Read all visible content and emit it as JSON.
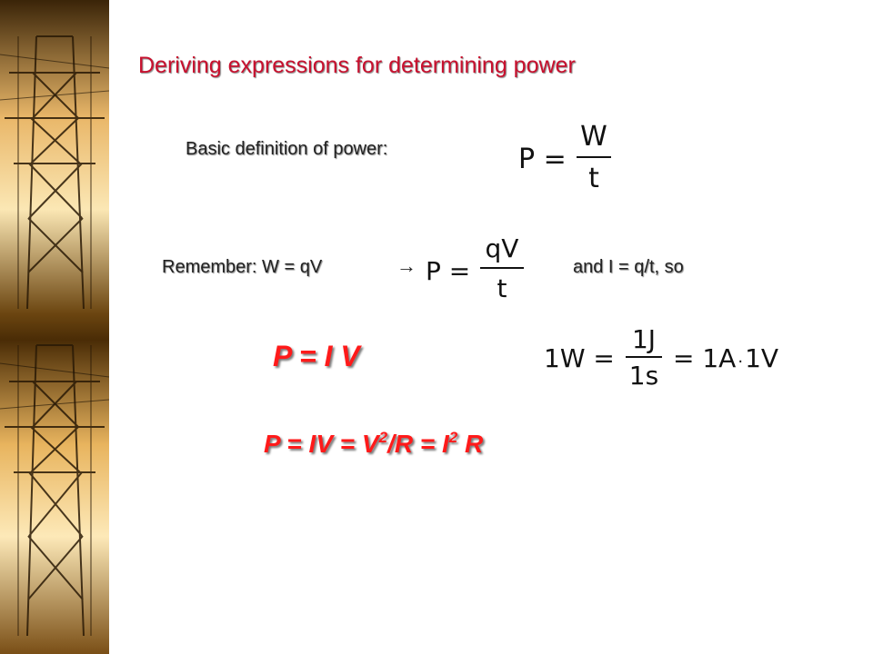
{
  "slide": {
    "title": "Deriving expressions for determining power",
    "basic_label": "Basic definition of power:",
    "eq1": {
      "lhs": "P =",
      "num": "W",
      "den": "t"
    },
    "remember_label": "Remember:  W = qV",
    "arrow": "→",
    "eq2": {
      "lhs": "P =",
      "num": "qV",
      "den": "t"
    },
    "and_label": "and I = q/t, so",
    "piv": "P = I V",
    "unit_eq": {
      "lhs": "1W =",
      "num": "1J",
      "den": "1s",
      "rhs_a": "= 1A",
      "dot": "·",
      "rhs_b": "1V"
    },
    "full_formula": {
      "p1": "P =  IV = V",
      "sup1": "2",
      "p2": "/R = I",
      "sup2": "2",
      "p3": " R"
    }
  }
}
